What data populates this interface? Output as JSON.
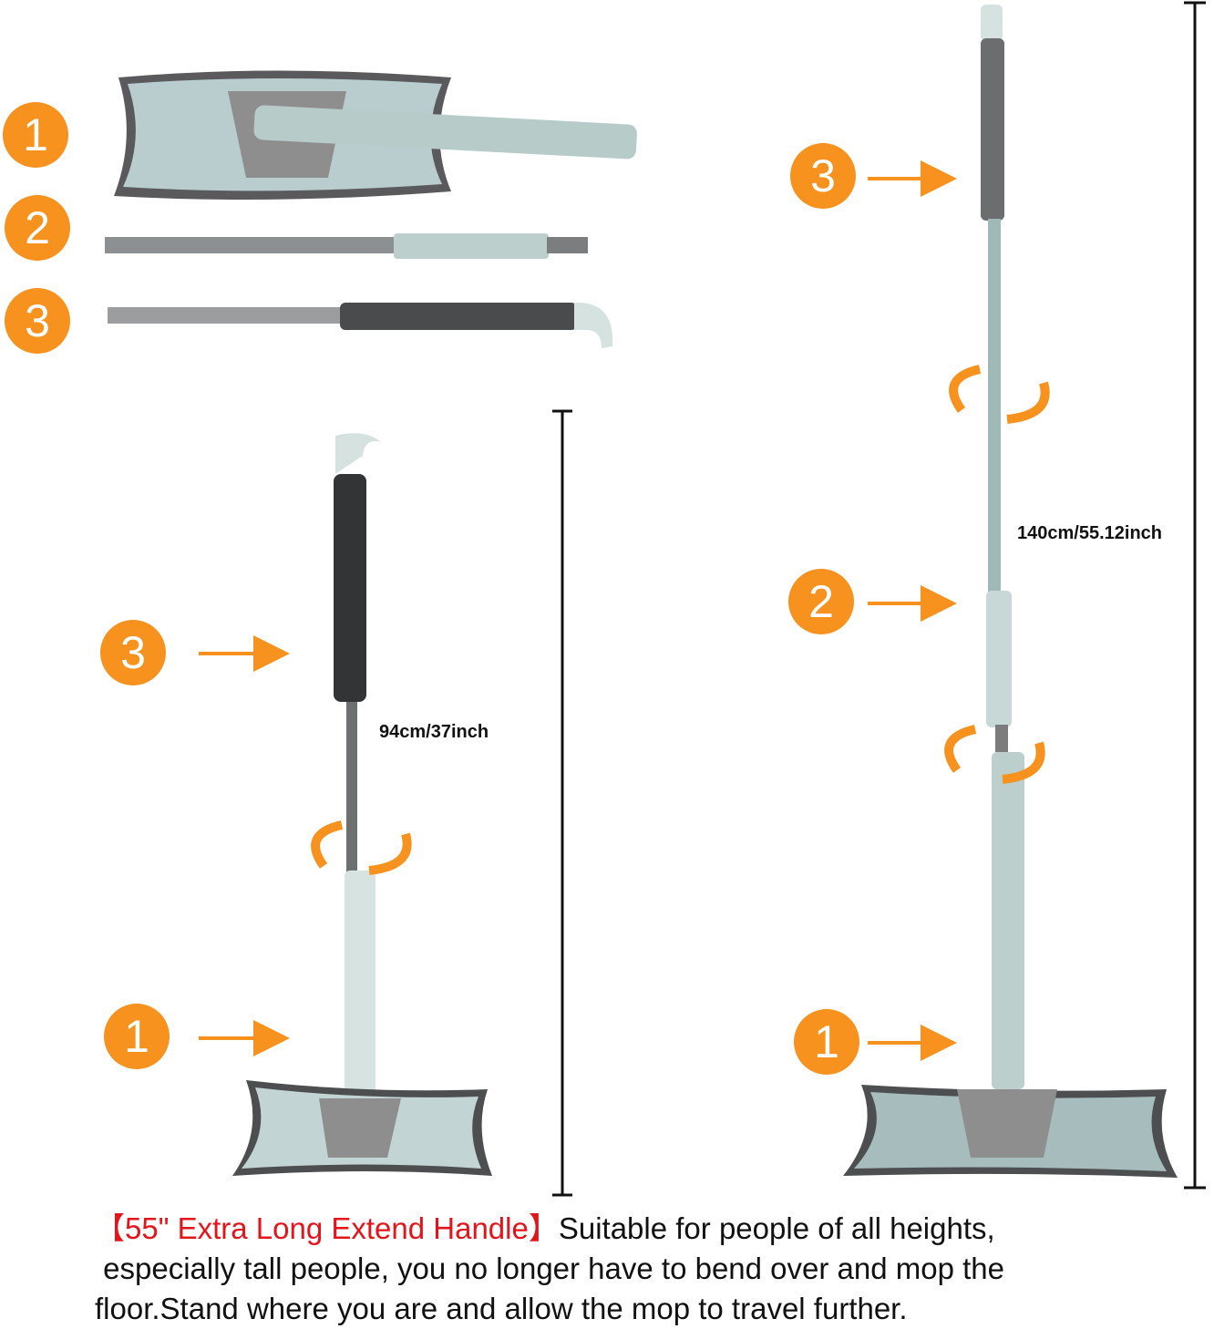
{
  "parts": {
    "top": [
      "1",
      "2",
      "3"
    ],
    "short_mop": [
      "3",
      "1"
    ],
    "long_mop": [
      "3",
      "2",
      "1"
    ]
  },
  "dimensions": {
    "short": "94cm/37inch",
    "long": "140cm/55.12inch"
  },
  "caption": {
    "highlight": "【55\" Extra Long Extend Handle】",
    "line1": "Suitable for people of all heights,",
    "line2": " especially tall people, you no longer have to bend over and mop the",
    "line3": "floor.Stand where you are and allow the mop to travel further."
  },
  "colors": {
    "accent": "#f7921e",
    "highlight": "#e4141b"
  }
}
